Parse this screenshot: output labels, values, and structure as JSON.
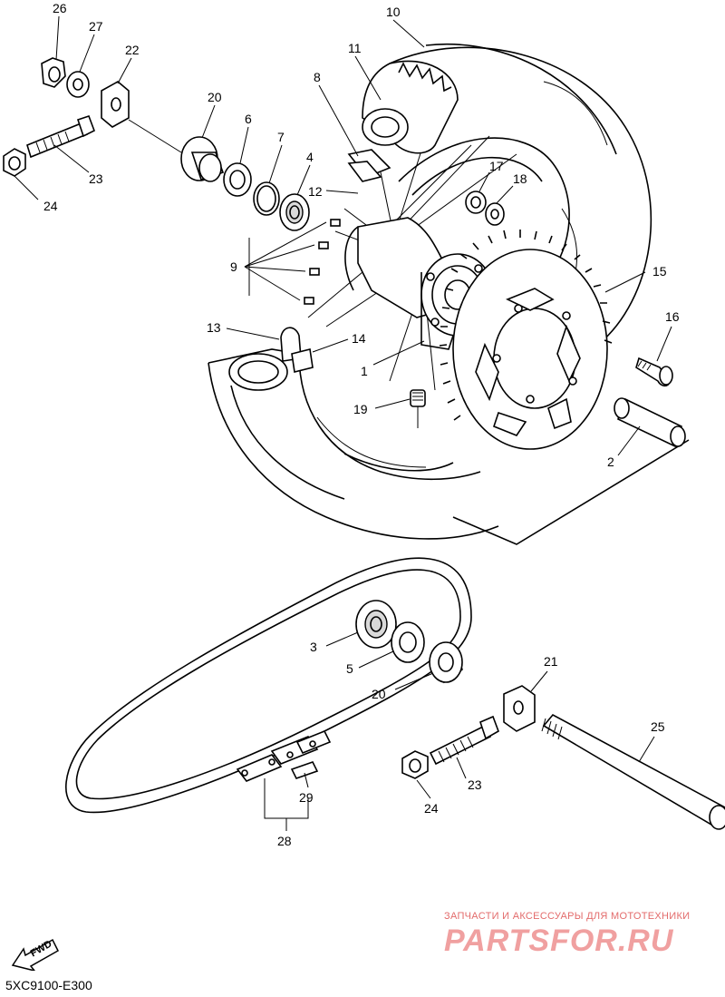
{
  "diagram": {
    "callouts": [
      {
        "id": "c26",
        "label": "26"
      },
      {
        "id": "c27",
        "label": "27"
      },
      {
        "id": "c22",
        "label": "22"
      },
      {
        "id": "c10",
        "label": "10"
      },
      {
        "id": "c11",
        "label": "11"
      },
      {
        "id": "c8",
        "label": "8"
      },
      {
        "id": "c20a",
        "label": "20"
      },
      {
        "id": "c6",
        "label": "6"
      },
      {
        "id": "c7",
        "label": "7"
      },
      {
        "id": "c4",
        "label": "4"
      },
      {
        "id": "c23a",
        "label": "23"
      },
      {
        "id": "c24a",
        "label": "24"
      },
      {
        "id": "c12",
        "label": "12"
      },
      {
        "id": "c17",
        "label": "17"
      },
      {
        "id": "c18",
        "label": "18"
      },
      {
        "id": "c9",
        "label": "9"
      },
      {
        "id": "c15",
        "label": "15"
      },
      {
        "id": "c16",
        "label": "16"
      },
      {
        "id": "c13",
        "label": "13"
      },
      {
        "id": "c14",
        "label": "14"
      },
      {
        "id": "c1",
        "label": "1"
      },
      {
        "id": "c19",
        "label": "19"
      },
      {
        "id": "c2",
        "label": "2"
      },
      {
        "id": "c3",
        "label": "3"
      },
      {
        "id": "c5",
        "label": "5"
      },
      {
        "id": "c20b",
        "label": "20"
      },
      {
        "id": "c21",
        "label": "21"
      },
      {
        "id": "c25",
        "label": "25"
      },
      {
        "id": "c23b",
        "label": "23"
      },
      {
        "id": "c24b",
        "label": "24"
      },
      {
        "id": "c29",
        "label": "29"
      },
      {
        "id": "c28",
        "label": "28"
      }
    ]
  },
  "fwd_label": "FWD",
  "diagram_code": "5XC9100-E300",
  "watermark": {
    "tagline": "ЗАПЧАСТИ И АКСЕССУАРЫ ДЛЯ МОТОТЕХНИКИ",
    "brand": "PARTSFOR.RU"
  }
}
